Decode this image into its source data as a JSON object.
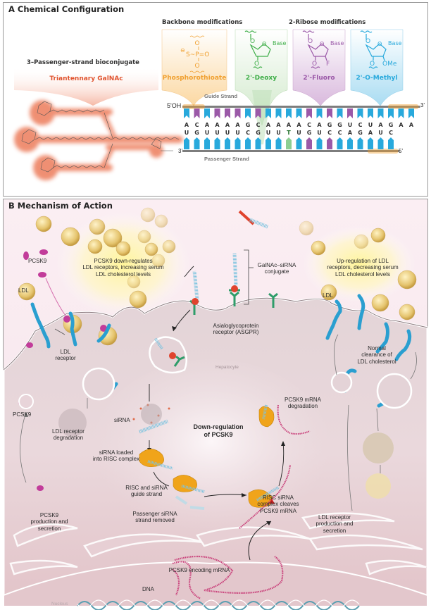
{
  "panel_a": {
    "title": "A  Chemical Configuration",
    "bioconjugate_heading": "3–Passenger-strand bioconjugate",
    "galnac_label": "Triantennary GalNAc",
    "backbone_heading": "Backbone modifications",
    "ribose_heading": "2-Ribose modifications",
    "modifications": [
      {
        "name": "Phosphorothioate",
        "color": "#f0a030",
        "chem": [
          "O",
          "S‒P=O",
          "O"
        ],
        "charge": "⊖"
      },
      {
        "name": "2'-Deoxy",
        "color": "#3fae49",
        "base": "Base",
        "sub_left": "O",
        "sub_right": ""
      },
      {
        "name": "2'-Fluoro",
        "color": "#9b59a8",
        "base": "Base",
        "sub_left": "O",
        "sub_right": "F"
      },
      {
        "name": "2'-O-Methyl",
        "color": "#28a9dc",
        "base": "Base",
        "sub_left": "O",
        "sub_right": "OMe"
      }
    ],
    "guide_strand": {
      "label": "Guide Strand",
      "end5": "5'OH",
      "end3": "3'",
      "sequence": [
        "A",
        "C",
        "A",
        "A",
        "A",
        "A",
        "G",
        "C",
        "A",
        "A",
        "A",
        "A",
        "C",
        "A",
        "G",
        "G",
        "U",
        "C",
        "U",
        "A",
        "G",
        "A",
        "A"
      ]
    },
    "passenger_strand": {
      "label": "Passenger Strand",
      "end3": "3'",
      "end5": "5'",
      "sequence": [
        "U",
        "G",
        "U",
        "U",
        "U",
        "U",
        "C",
        "G",
        "U",
        "U",
        "T",
        "U",
        "G",
        "U",
        "C",
        "C",
        "A",
        "G",
        "A",
        "U",
        "C"
      ]
    },
    "colors": {
      "fluoro": "#9b59a8",
      "methyl": "#28a9dc",
      "deoxy": "#3fae49",
      "phosphorothioate": "#f0a030",
      "galnac": "#e8552e",
      "backbone": "#7d7d7d"
    }
  },
  "panel_b": {
    "title": "B  Mechanism of Action",
    "labels": {
      "pcsk9_down": "PCSK9 down-regulates\nLDL receptors, increasing serum\nLDL cholesterol levels",
      "up_regulation": "Up-regulation of LDL\nreceptors, decreasing serum\nLDL cholesterol levels",
      "galnac_conjugate": "GalNAc–siRNA\nconjugate",
      "asgpr": "Asialoglycoprotein\nreceptor (ASGPR)",
      "pcsk9_top": "PCSK9",
      "ldl_left": "LDL",
      "ldl_right": "LDL",
      "ldl_receptor": "LDL\nreceptor",
      "hepatocyte": "Hepatocyte",
      "normal_clearance": "Normal\nclearance of\nLDL cholesterol",
      "pcsk9_mid": "PCSK9",
      "ldl_receptor_degradation": "LDL receptor\ndegradation",
      "sirna": "siRNA",
      "down_regulation": "Down-regulation\nof PCSK9",
      "pcsk9_mrna_degradation": "PCSK9 mRNA\ndegradation",
      "sirna_loaded": "siRNA loaded\ninto RISC complex",
      "risc_guide": "RISC and siRNA\nguide strand",
      "risc_cleaves": "RISC siRNA\ncomplex cleaves\nPCSK9 mRNA",
      "passenger_removed": "Passenger siRNA\nstrand removed",
      "pcsk9_production": "PCSK9\nproduction and\nsecretion",
      "ldl_receptor_production": "LDL receptor\nproduction and\nsecretion",
      "pcsk9_encoding": "PCSK9 encoding mRNA",
      "dna": "DNA",
      "nucleus": "Nucleus"
    },
    "colors": {
      "cell": "#dcc9cc",
      "membrane": "#8d7b80",
      "ldl": "#e8c770",
      "receptor": "#2a9fd0",
      "pcsk9": "#c23c9a",
      "risc": "#f0a41a",
      "mrna": "#c9407a",
      "asgpr": "#2f9d6a",
      "galnac": "#e0432d",
      "glow": "#fff176"
    }
  }
}
